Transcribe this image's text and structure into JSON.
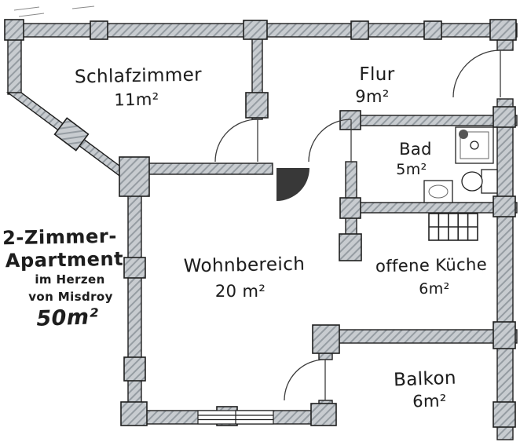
{
  "plan": {
    "kind": "floor-plan",
    "language": "de"
  },
  "colors": {
    "background": "#ffffff",
    "wall_fill": "#c8ccd0",
    "wall_hatch": "#959ca2",
    "outline": "#1f1f1f",
    "door_line": "#3c3c3c",
    "door_fan": "#383838",
    "text": "#1d1d1d"
  },
  "rooms": [
    {
      "id": "schlafzimmer",
      "name": "Schlafzimmer",
      "area": "11m²"
    },
    {
      "id": "flur",
      "name": "Flur",
      "area": "9m²"
    },
    {
      "id": "bad",
      "name": "Bad",
      "area": "5m²"
    },
    {
      "id": "wohnbereich",
      "name": "Wohnbereich",
      "area": "20 m²"
    },
    {
      "id": "offene-kueche",
      "name": "offene Küche",
      "area": "6m²"
    },
    {
      "id": "balkon",
      "name": "Balkon",
      "area": "6m²"
    }
  ],
  "title_block": {
    "line1": "2-Zimmer-",
    "line2": "Apartment",
    "line3": "im Herzen",
    "line4": "von Misdroy",
    "total_area": "50m²"
  },
  "fixtures": [
    "shower-tray",
    "toilet",
    "washbasin",
    "kitchen-unit-grid"
  ]
}
